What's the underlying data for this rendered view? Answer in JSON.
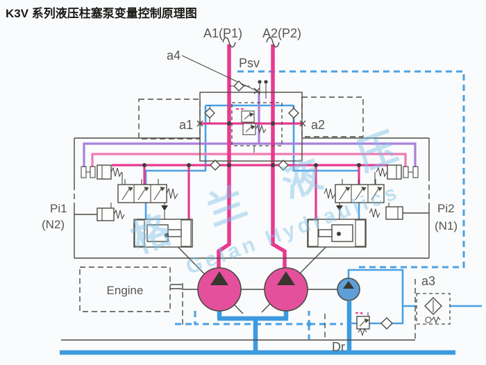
{
  "title": "K3V 系列液压柱塞泵变量控制原理图",
  "labels": {
    "port_a1": "A1(P1)",
    "port_a2": "A2(P2)",
    "psv": "Psv",
    "a1": "a1",
    "a2": "a2",
    "a3": "a3",
    "a4": "a4",
    "pi1": "Pi1",
    "pi1_note": "(N2)",
    "pi2": "Pi2",
    "pi2_note": "(N1)",
    "engine": "Engine",
    "drain": "Dr"
  },
  "watermark": {
    "cn": "格 兰 液 压",
    "en": "Gelan Hydraulics"
  },
  "colors": {
    "main_pressure_line": "#e8398f",
    "secondary_pressure_line": "#f07ab4",
    "pilot_line": "#aa80da",
    "control_line": "#4aa0e4",
    "tank_line": "#3d9ae0",
    "main_pump_fill": "#e5509d",
    "pilot_pump_fill": "#5d9fd6",
    "servo_blue_fill": "#6db0e8",
    "servo_pink_fill": "#e0559c",
    "outline": "#4b4a43",
    "watermark": "#7fc0e8"
  },
  "component_names": [
    "main-pump-1",
    "main-pump-2",
    "pilot-gear-pump",
    "engine",
    "regulator-left",
    "regulator-right",
    "servo-cylinder-left",
    "servo-cylinder-right",
    "pilot-solenoid-valve",
    "check-valve",
    "relief-valve",
    "pilot-filter"
  ]
}
